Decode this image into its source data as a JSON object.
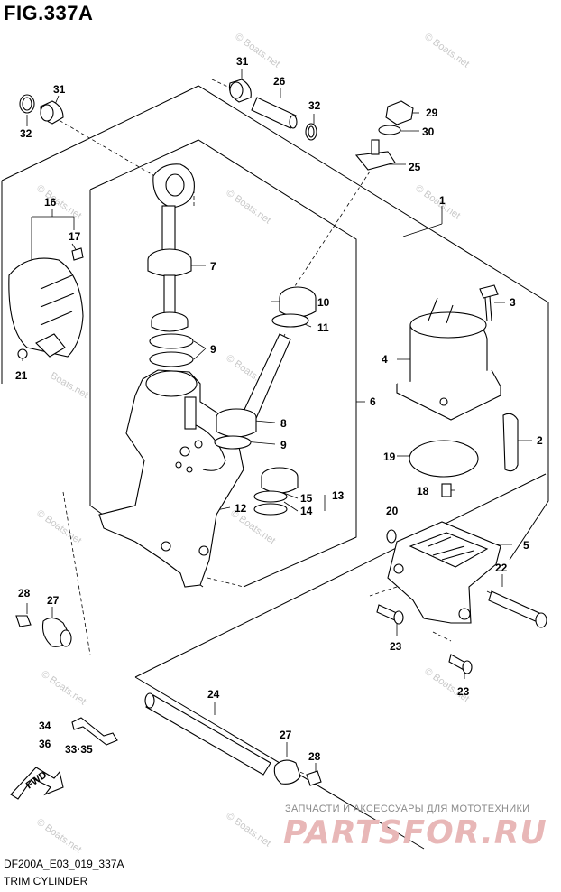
{
  "figure": {
    "title": "FIG.337A",
    "code": "DF200A_E03_019_337A",
    "caption": "TRIM CYLINDER"
  },
  "callouts": {
    "c1": "1",
    "c2": "2",
    "c3": "3",
    "c4": "4",
    "c5": "5",
    "c6": "6",
    "c7": "7",
    "c8": "8",
    "c9a": "9",
    "c9b": "9",
    "c10": "10",
    "c11": "11",
    "c12": "12",
    "c13": "13",
    "c14": "14",
    "c15": "15",
    "c16": "16",
    "c17": "17",
    "c18": "18",
    "c19": "19",
    "c20": "20",
    "c21": "21",
    "c22": "22",
    "c23a": "23",
    "c23b": "23",
    "c24": "24",
    "c25": "25",
    "c26": "26",
    "c27a": "27",
    "c27b": "27",
    "c28a": "28",
    "c28b": "28",
    "c29": "29",
    "c30": "30",
    "c31a": "31",
    "c31b": "31",
    "c32a": "32",
    "c32b": "32",
    "c33": "33·35",
    "c34": "34",
    "c36": "36"
  },
  "fwd_label": "FWD",
  "watermark": {
    "site": "© Boats.net",
    "site_short": "Boats.net",
    "banner": "ЗАПЧАСТИ И АКСЕССУАРЫ ДЛЯ МОТОТЕХНИКИ",
    "logo": "PARTSFOR.RU"
  }
}
